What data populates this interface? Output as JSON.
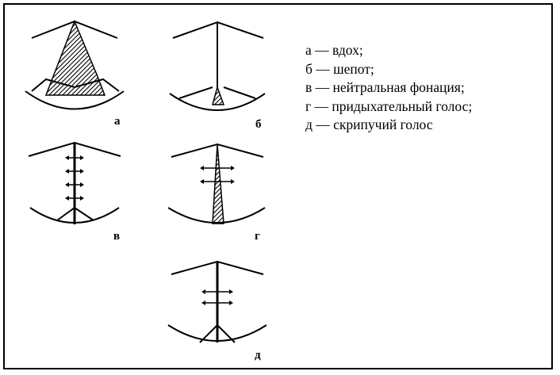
{
  "figures": [
    {
      "id": "a",
      "label": "а",
      "state": "inhalation"
    },
    {
      "id": "b",
      "label": "б",
      "state": "whisper"
    },
    {
      "id": "v",
      "label": "в",
      "state": "neutral-phonation"
    },
    {
      "id": "g",
      "label": "г",
      "state": "breathy-voice"
    },
    {
      "id": "d",
      "label": "д",
      "state": "creaky-voice"
    }
  ],
  "legend": [
    "а — вдох;",
    "б — шепот;",
    "в — нейтральная фонация;",
    "г — придыхательный голос;",
    "д — скрипучий голос"
  ],
  "colors": {
    "line": "#000000",
    "background": "#ffffff",
    "hatch": "#000000"
  }
}
